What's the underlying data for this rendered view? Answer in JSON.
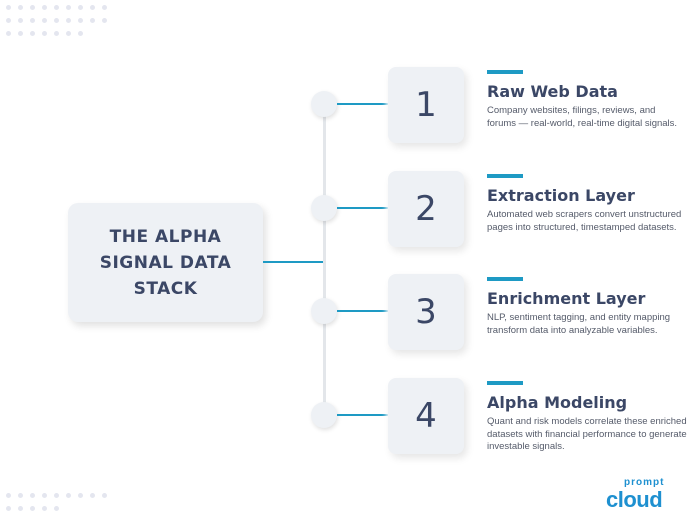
{
  "main_title": "THE ALPHA SIGNAL DATA STACK",
  "steps": [
    {
      "number": "1",
      "title": "Raw Web Data",
      "description": "Company websites, filings, reviews, and forums — real-world, real-time digital signals."
    },
    {
      "number": "2",
      "title": "Extraction Layer",
      "description": "Automated web scrapers convert unstructured pages into structured, timestamped datasets."
    },
    {
      "number": "3",
      "title": "Enrichment Layer",
      "description": "NLP, sentiment tagging, and entity mapping transform data into analyzable variables."
    },
    {
      "number": "4",
      "title": "Alpha Modeling",
      "description": "Quant and risk models correlate these enriched datasets with financial performance to generate investable signals."
    }
  ],
  "logo": {
    "top": "prompt",
    "bottom": "cloud"
  },
  "colors": {
    "accent": "#1e9ac4",
    "text": "#3b4766",
    "box": "#eef1f5"
  }
}
